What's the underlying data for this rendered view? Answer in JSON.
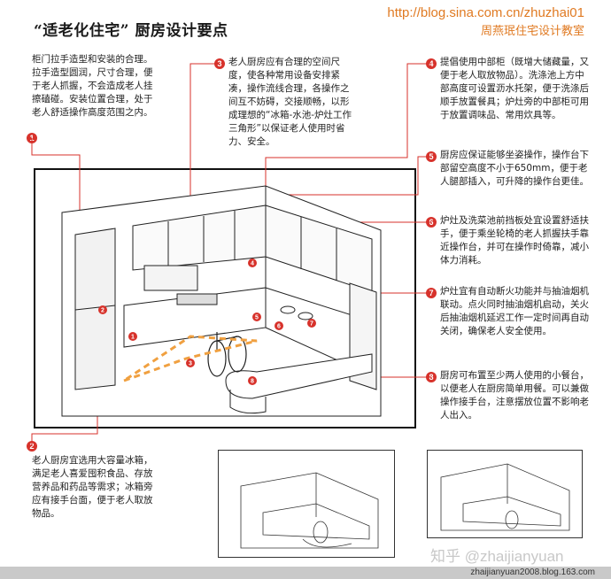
{
  "header": {
    "title": "“适老化住宅” 厨房设计要点",
    "url": "http://blog.sina.com.cn/zhuzhai01",
    "subtitle": "周燕珉住宅设计教室"
  },
  "notes": {
    "n1": "柜门拉手造型和安装的合理。拉手造型圆润，尺寸合理，便于老人抓握，不会造成老人挂擦磕碰。安装位置合理，处于老人舒适操作高度范围之内。",
    "n2": "老人厨房宜选用大容量冰箱，满足老人喜爱囤积食品、存放营养品和药品等需求；冰箱旁应有接手台面，便于老人取放物品。",
    "n3": "老人厨房应有合理的空间尺度，使各种常用设备安排紧凑，操作流线合理，各操作之间互不妨碍，交接顺畅，以形成理想的“冰箱-水池-炉灶工作三角形”以保证老人使用时省力、安全。",
    "n4": "提倡使用中部柜（既增大储藏量，又便于老人取放物品）。洗涤池上方中部高度可设置沥水托架，便于洗涤后顺手放置餐具；炉灶旁的中部柜可用于放置调味品、常用炊具等。",
    "n5": "厨房应保证能够坐姿操作，操作台下部留空高度不小于650mm，便于老人腿部插入，可升降的操作台更佳。",
    "n6": "炉灶及洗菜池前挡板处宜设置舒适扶手，便于乘坐轮椅的老人抓握扶手靠近操作台，并可在操作时倚靠，减小体力消耗。",
    "n7": "炉灶宜有自动断火功能并与抽油烟机联动。点火同时抽油烟机启动，关火后抽油烟机延迟工作一定时间再自动关闭，确保老人安全使用。",
    "n8": "厨房可布置至少两人使用的小餐台，以便老人在厨房简单用餐。可以兼做操作接手台，注意摆放位置不影响老人出入。"
  },
  "badges": [
    "1",
    "2",
    "3",
    "4",
    "5",
    "6",
    "7",
    "8"
  ],
  "watermark": "知乎 @zhaijianyuan",
  "footer": "zhaijianyuan2008.blog.163.com",
  "colors": {
    "accent": "#d7322b",
    "brand": "#e07a22",
    "path": "#f0a040"
  }
}
